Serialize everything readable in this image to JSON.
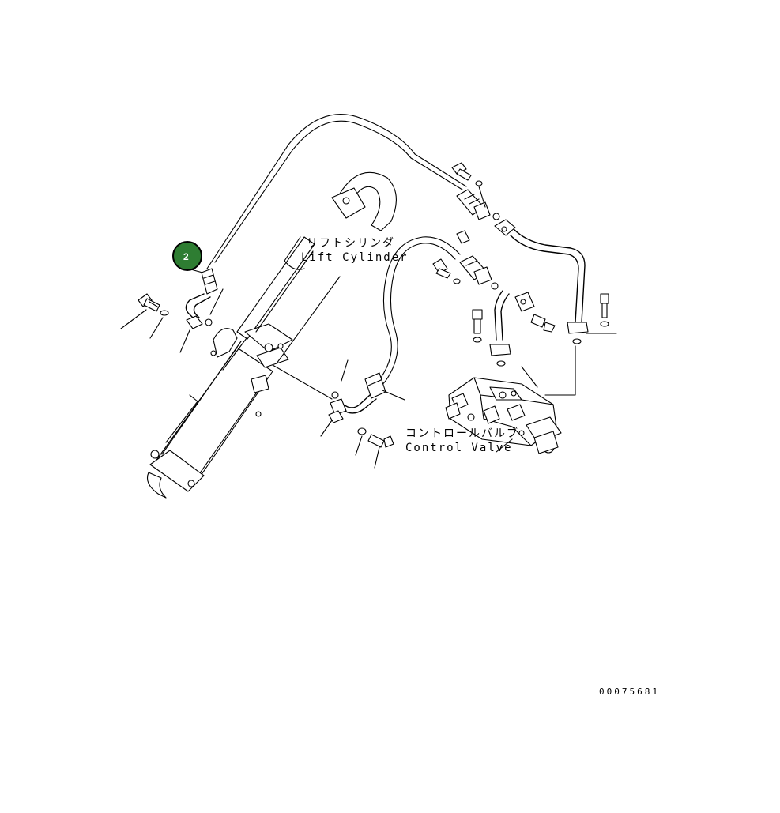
{
  "callout": {
    "number": "2",
    "fill_color": "#2e7d32",
    "stroke_color": "#000000"
  },
  "labels": {
    "lift_cylinder_jp": "リフトシリンダ",
    "lift_cylinder_en": "Lift Cylinder",
    "control_valve_jp": "コントロールバルブ",
    "control_valve_en": "Control Valve"
  },
  "document_number": "00075681"
}
